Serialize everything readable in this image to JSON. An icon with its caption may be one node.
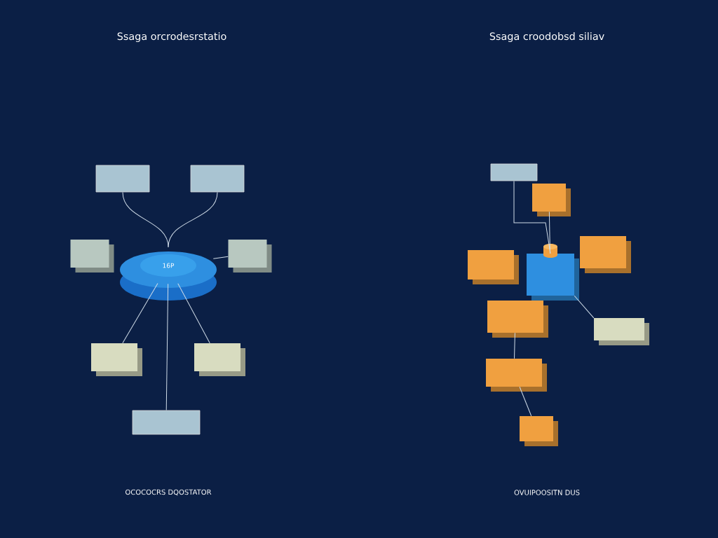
{
  "diagram": {
    "nodes": [
      {
        "text": [
          "16P"
        ]
      },
      {
        "text": [],
        "shape": "box"
      },
      {
        "text": [],
        "shape": "box"
      },
      {
        "text": [],
        "shape": "box"
      },
      {
        "text": [],
        "shape": "box"
      },
      {
        "text": [],
        "shape": "box"
      },
      {
        "text": [],
        "shape": "box"
      },
      {
        "text": [],
        "shape": "box"
      },
      {
        "text": [],
        "shape": "box"
      },
      {
        "text": [],
        "shape": "box"
      },
      {
        "text": [],
        "shape": "box"
      },
      {
        "text": [],
        "shape": "box"
      },
      {
        "text": [],
        "shape": "box"
      },
      {
        "text": [],
        "shape": "box"
      },
      {
        "text": [],
        "shape": "box"
      },
      {
        "text": [],
        "shape": "box"
      },
      {
        "text": [],
        "shape": "box"
      }
    ],
    "edges": [
      {
        "from": 1,
        "to": 0,
        "arrow": "none"
      },
      {
        "from": 2,
        "to": 0,
        "arrow": "none"
      },
      {
        "from": 4,
        "to": 0,
        "arrow": "none"
      },
      {
        "from": 5,
        "to": 0,
        "arrow": "none"
      },
      {
        "from": 6,
        "to": 0,
        "arrow": "none"
      },
      {
        "from": 7,
        "to": 0,
        "arrow": "none"
      },
      {
        "from": 8,
        "to": 10,
        "arrow": "none"
      },
      {
        "from": 9,
        "to": 10,
        "arrow": "none"
      },
      {
        "from": 10,
        "to": 14,
        "arrow": "none"
      },
      {
        "from": 13,
        "to": 15,
        "arrow": "none"
      },
      {
        "from": 15,
        "to": 16,
        "arrow": "none"
      }
    ],
    "labels": [
      "Ssaga orcrodesrstatio",
      "Ssaga croodobsd siliav",
      "OCOCOCRS DQOSTATOR",
      "OVUIPOOSITN DUS"
    ]
  }
}
